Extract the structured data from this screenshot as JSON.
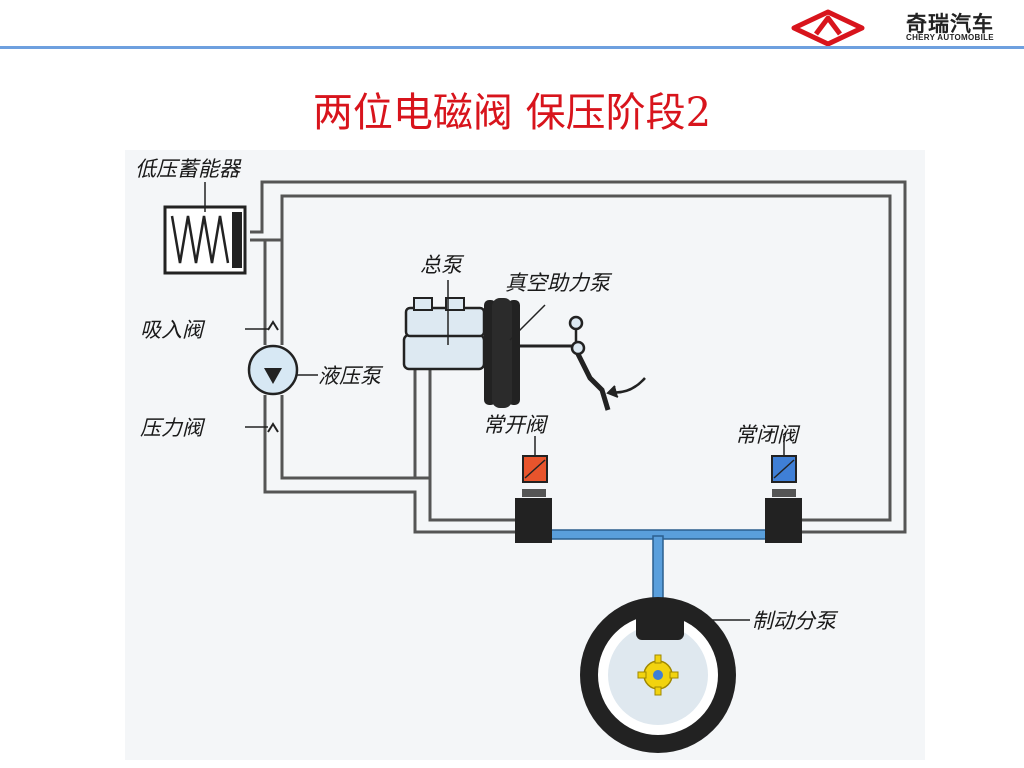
{
  "header": {
    "brand_cn": "奇瑞汽车",
    "brand_en": "CHERY AUTOMOBILE",
    "accent_color": "#6ea0df",
    "logo_color": "#d8141c"
  },
  "slide": {
    "title": "两位电磁阀  保压阶段2",
    "title_color": "#d8141c"
  },
  "diagram": {
    "labels": {
      "accumulator": "低压蓄能器",
      "master_cylinder": "总泵",
      "vacuum_booster": "真空助力泵",
      "inlet_valve": "吸入阀",
      "hydraulic_pump": "液压泵",
      "pressure_valve": "压力阀",
      "normally_open_valve": "常开阀",
      "normally_closed_valve": "常闭阀",
      "wheel_cylinder": "制动分泵"
    },
    "colors": {
      "pressure_line": "#5a9fdc",
      "normally_open_valve": "#e8542c",
      "normally_closed_valve": "#3f7fd6",
      "pipe": "#444444"
    }
  }
}
